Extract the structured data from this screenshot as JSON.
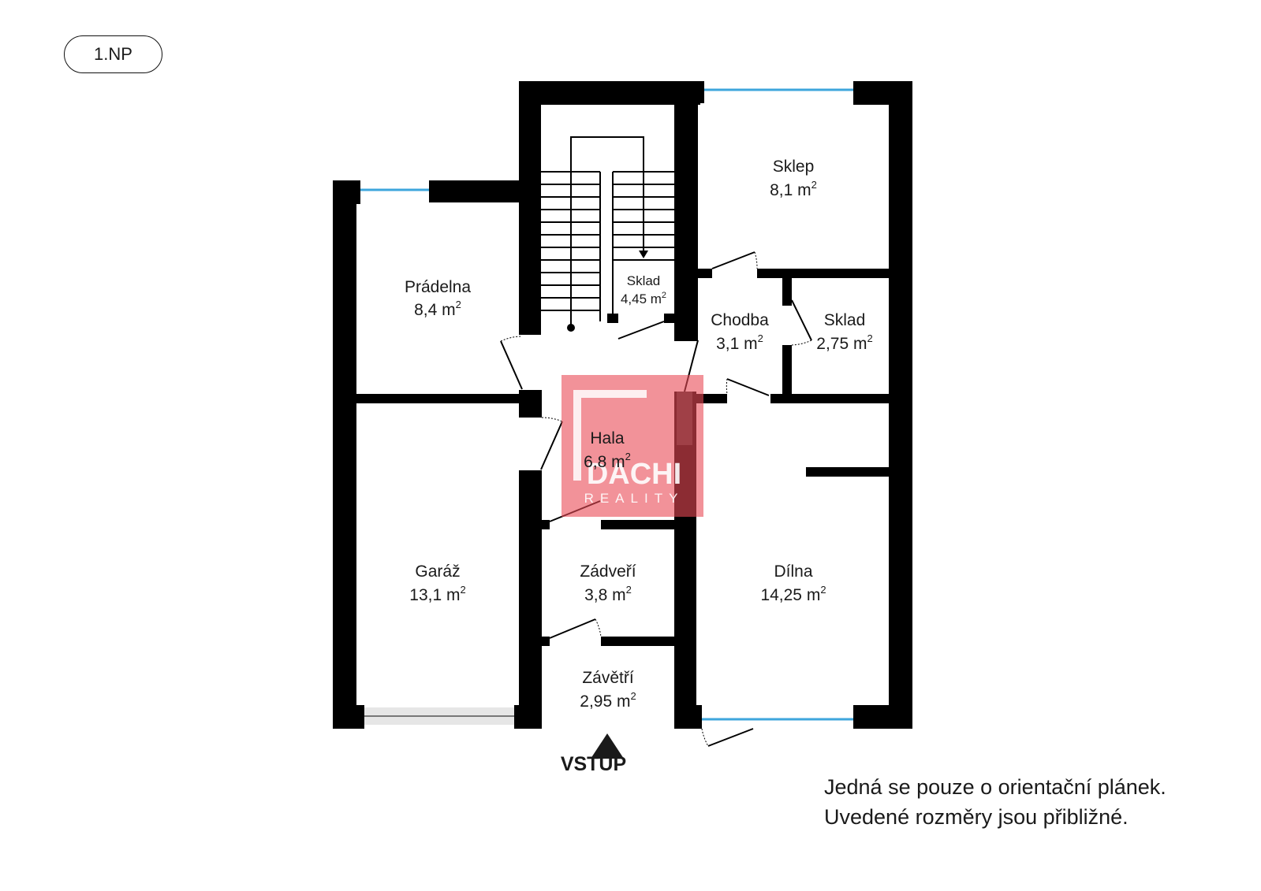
{
  "floor_label": "1.NP",
  "rooms": {
    "pradelna": {
      "name": "Prádelna",
      "area": "8,4 m",
      "sup": "2"
    },
    "sklad_stair": {
      "name": "Sklad",
      "area": "4,45 m",
      "sup": "2"
    },
    "sklep": {
      "name": "Sklep",
      "area": "8,1 m",
      "sup": "2"
    },
    "chodba": {
      "name": "Chodba",
      "area": "3,1 m",
      "sup": "2"
    },
    "sklad_small": {
      "name": "Sklad",
      "area": "2,75 m",
      "sup": "2"
    },
    "hala": {
      "name": "Hala",
      "area": "6,8 m",
      "sup": "2"
    },
    "garaz": {
      "name": "Garáž",
      "area": "13,1 m",
      "sup": "2"
    },
    "zadveri": {
      "name": "Zádveří",
      "area": "3,8 m",
      "sup": "2"
    },
    "dilna": {
      "name": "Dílna",
      "area": "14,25 m",
      "sup": "2"
    },
    "zavetri": {
      "name": "Závětří",
      "area": "2,95 m",
      "sup": "2"
    }
  },
  "entry_label": "VSTUP",
  "note": {
    "line1": "Jedná se pouze o orientační plánek.",
    "line2": "Uvedené rozměry jsou přibližné."
  },
  "watermark": {
    "brand": "DACHI",
    "sub": "REALITY",
    "color": "#e94a55"
  },
  "colors": {
    "wall": "#000000",
    "window": "#3ea6dc",
    "garage_door": "#bdbdbd"
  },
  "icons": [
    "entry-arrow-icon",
    "stair-direction-arrow-icon",
    "logo-watermark-icon"
  ]
}
